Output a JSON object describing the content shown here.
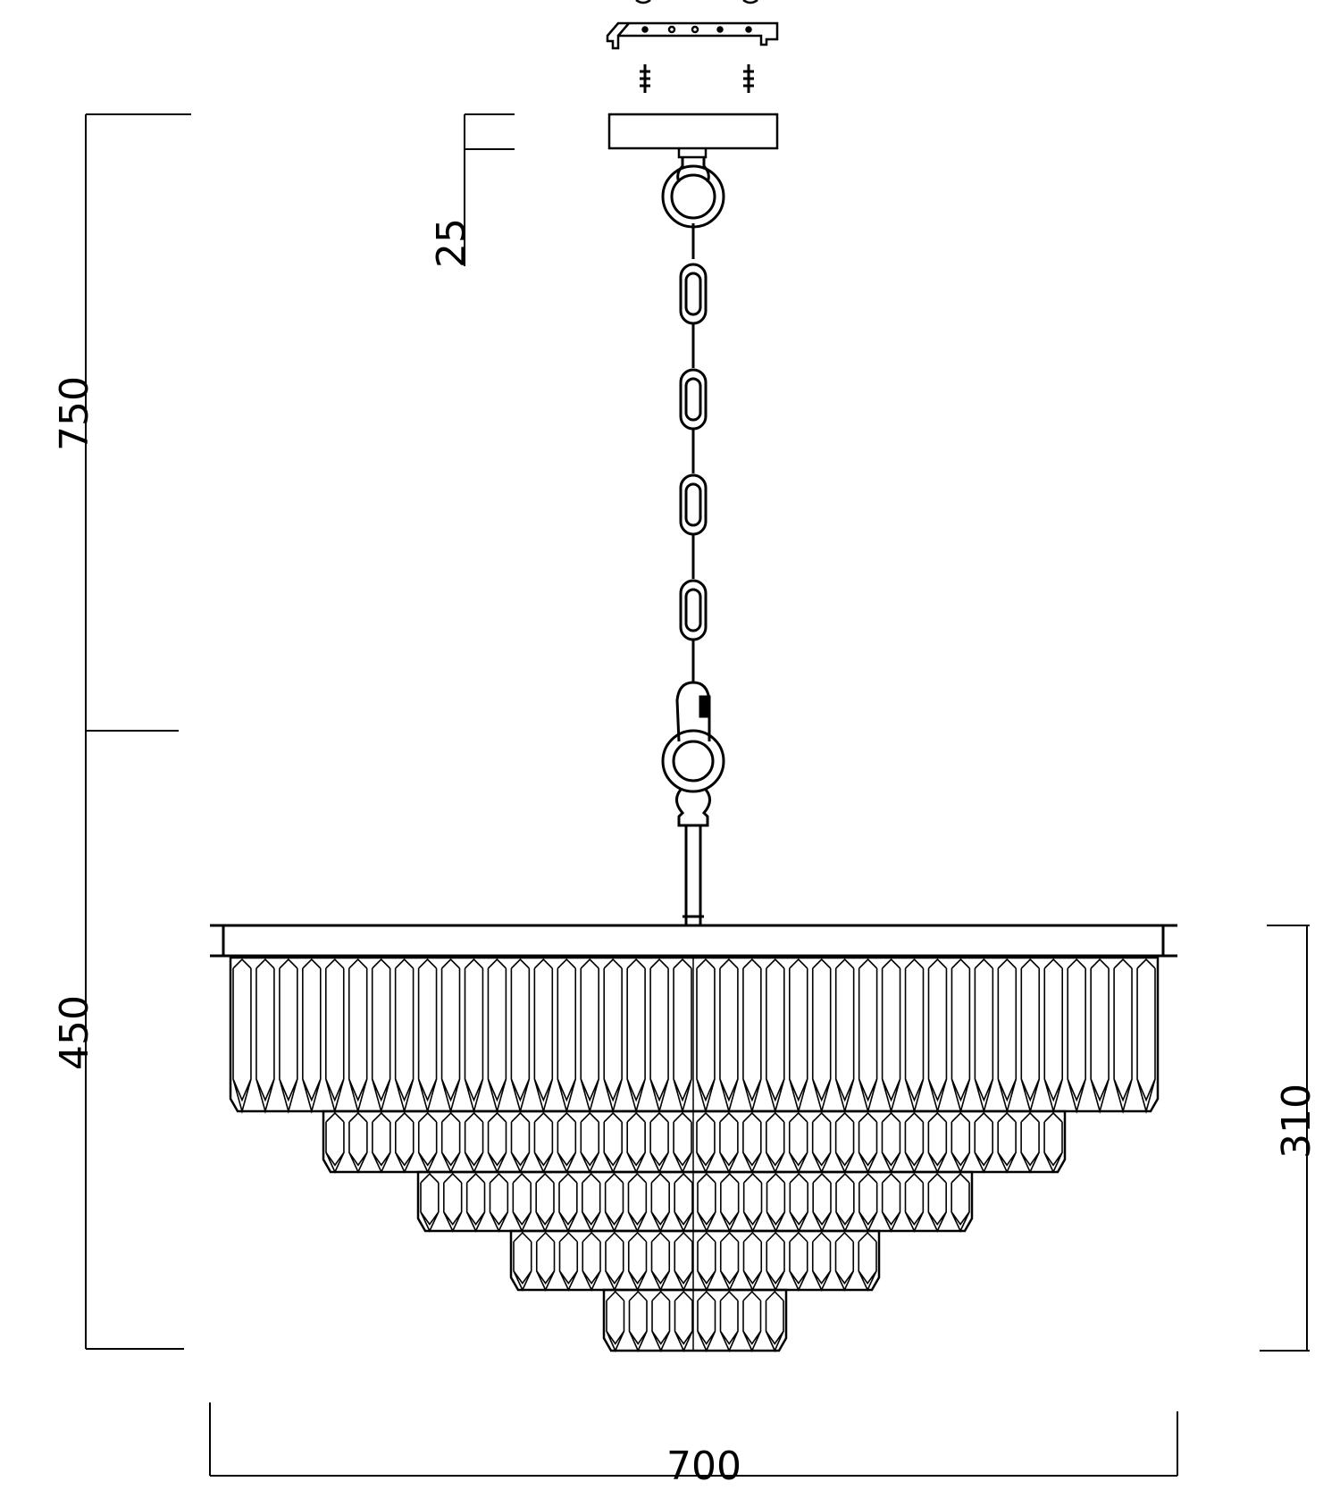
{
  "dimensions": {
    "overall_height": "750",
    "canopy_height": "25",
    "body_height": "450",
    "crystal_height": "310",
    "diameter": "700"
  },
  "colors": {
    "line": "#000000",
    "background": "#ffffff"
  },
  "components": {
    "mounting_bracket": "bracket-icon",
    "screws": "screw-icon",
    "canopy": "canopy-icon",
    "chain": "chain-icon",
    "crystal_tiers": 5
  }
}
